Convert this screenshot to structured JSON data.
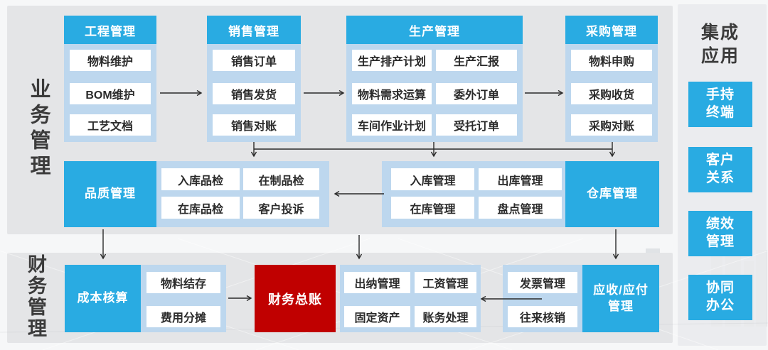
{
  "labels": {
    "business_section": "业务管理",
    "finance_section": "财务管理"
  },
  "top_columns": [
    {
      "header": "工程管理",
      "items": [
        "物料维护",
        "BOM维护",
        "工艺文档"
      ]
    },
    {
      "header": "销售管理",
      "items": [
        "销售订单",
        "销售发货",
        "销售对账"
      ]
    },
    {
      "header": "生产管理",
      "items_left": [
        "生产排产计划",
        "物料需求运算",
        "车间作业计划"
      ],
      "items_right": [
        "生产汇报",
        "委外订单",
        "受托订单"
      ]
    },
    {
      "header": "采购管理",
      "items": [
        "物料申购",
        "采购收货",
        "采购对账"
      ]
    }
  ],
  "middle_row": {
    "quality": {
      "header": "品质管理",
      "items": [
        "入库品检",
        "在制品检",
        "在库品检",
        "客户投诉"
      ]
    },
    "warehouse": {
      "header": "仓库管理",
      "items": [
        "入库管理",
        "出库管理",
        "在库管理",
        "盘点管理"
      ]
    }
  },
  "finance_row": {
    "cost": {
      "header": "成本核算",
      "items": [
        "物料结存",
        "费用分摊"
      ]
    },
    "ledger": {
      "header": "财务总账"
    },
    "cashier": {
      "items": [
        "出纳管理",
        "工资管理",
        "固定资产",
        "账务处理"
      ]
    },
    "invoice": {
      "items": [
        "发票管理",
        "往来核销"
      ]
    },
    "receivable_payable": {
      "header": "应收/应付\n管理"
    }
  },
  "integration": {
    "title": "集成\n应用",
    "apps": [
      "手持\n终端",
      "客户\n关系",
      "绩效\n管理",
      "协同\n办公"
    ]
  },
  "colors": {
    "accent_blue": "#29abe2",
    "light_blue": "#bdd7ee",
    "red": "#c00000",
    "panel_gray": "#e4e5e7",
    "arrow": "#2a2a2a"
  }
}
